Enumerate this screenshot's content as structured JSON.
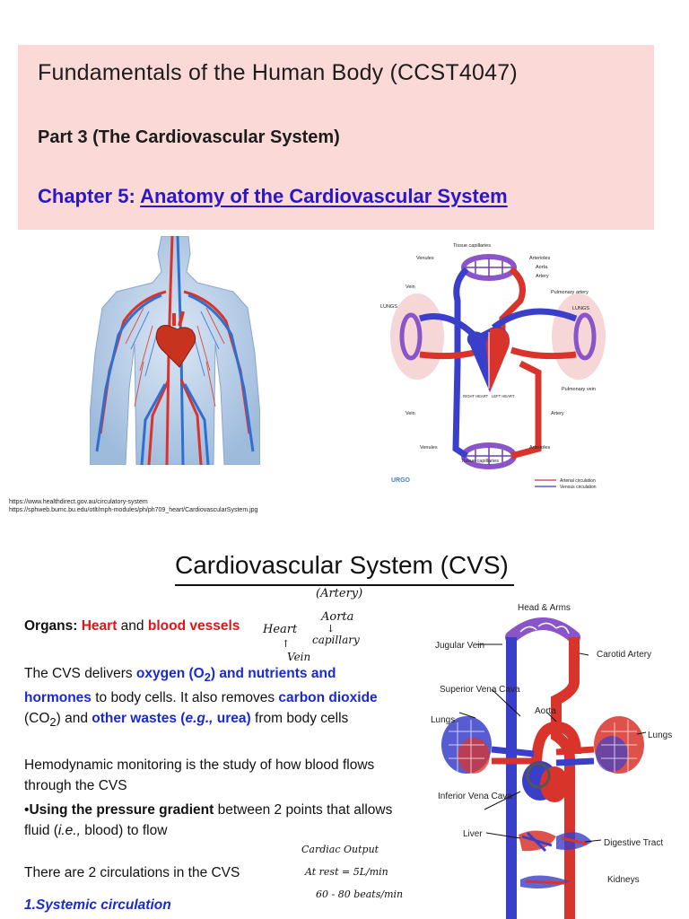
{
  "slide1": {
    "course_title": "Fundamentals of the Human Body (CCST4047)",
    "part_title": "Part 3 (The Cardiovascular System)",
    "chapter_prefix": "Chapter 5: ",
    "chapter_link": "Anatomy of the Cardiovascular System",
    "diagram_labels": {
      "tissue_cap_top": "Tissue capillaries",
      "venules_top": "Venules",
      "arterioles_top": "Arterioles",
      "aorta": "Aorta",
      "artery_top": "Artery",
      "vein_top": "Vein",
      "pulm_artery": "Pulmonary artery",
      "lungs_left": "LUNGS",
      "lungs_right": "LUNGS",
      "right_heart": "RIGHT HEART",
      "left_heart": "LEFT HEART",
      "pulm_vein": "Pulmonary vein",
      "vein_bottom": "Vein",
      "artery_bottom": "Artery",
      "venules_bottom": "Venules",
      "arterioles_bottom": "Arterioles",
      "tissue_cap_bottom": "Tissue capillaries",
      "logo": "URGO",
      "legend_arterial": "Arterial circulation",
      "legend_venous": "Venous circulation"
    },
    "sources": [
      "https://www.healthdirect.gov.au/circulatory-system",
      "https://sphweb.bumc.bu.edu/otlt/mph-modules/ph/ph709_heart/CardiovascularSystem.jpg"
    ]
  },
  "slide2": {
    "title": "Cardiovascular System (CVS)",
    "organs_label": "Organs: ",
    "organs_heart": "Heart",
    "organs_and": " and ",
    "organs_vessels": "blood vessels",
    "p1": {
      "a": "The CVS delivers ",
      "b": "oxygen (O",
      "b_sub": "2",
      "c": ") and nutrients and hormones",
      "d": " to body cells. It also removes ",
      "e": "carbon dioxide",
      "f": " (CO",
      "f_sub": "2",
      "g": ") and ",
      "h": "other wastes (",
      "h_it": "e.g.,",
      "h2": " urea)",
      "i": " from body cells"
    },
    "p2": "Hemodynamic monitoring is the study of how blood flows through the CVS",
    "p3": {
      "bullet": "•",
      "bold": "Using the pressure gradient",
      "rest": " between 2 points that allows fluid (",
      "it": "i.e.,",
      "end": " blood) to flow"
    },
    "p4": "There are 2 circulations in the CVS",
    "p5": "1.Systemic circulation",
    "handwriting": {
      "artery": "(Artery)",
      "aorta": "Aorta",
      "capillary": "capillary",
      "heart": "Heart",
      "vein": "Vein",
      "cardiac_output": "Cardiac Output",
      "at_rest": "At rest  = 5L/min",
      "beats": "60 - 80 beats/min"
    },
    "diagram_labels": {
      "head_arms": "Head & Arms",
      "jugular": "Jugular Vein",
      "carotid": "Carotid Artery",
      "svc": "Superior Vena Cava",
      "aorta": "Aorta",
      "lungs_left": "Lungs",
      "lungs_right": "Lungs",
      "ivc": "Inferior Vena Cava",
      "liver": "Liver",
      "digestive": "Digestive Tract",
      "kidneys": "Kidneys"
    },
    "colors": {
      "artery": "#d9342b",
      "vein": "#3a3fc9",
      "title_box": "#fbd9d7",
      "link_blue": "#2b17c9"
    }
  }
}
